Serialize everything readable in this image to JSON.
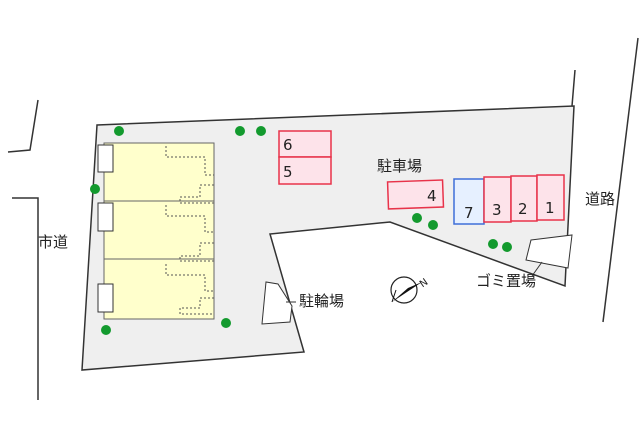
{
  "labels": {
    "city_road": "市道",
    "road": "道路",
    "parking_lot": "駐車場",
    "bicycle_parking": "駐輪場",
    "garbage_area": "ゴミ置場"
  },
  "parking_spaces": {
    "s1": "1",
    "s2": "2",
    "s3": "3",
    "s4": "4",
    "s5": "5",
    "s6": "6",
    "s7": "7"
  },
  "compass": {
    "north_label": "N"
  },
  "colors": {
    "lot_fill": "#efefef",
    "building_fill": "#ffffcc",
    "parking_border": "#e8334a",
    "parking_fill": "#fde3ea",
    "available_border": "#3f6fd8",
    "available_fill": "#e6f0ff",
    "tree": "#139a2e"
  }
}
